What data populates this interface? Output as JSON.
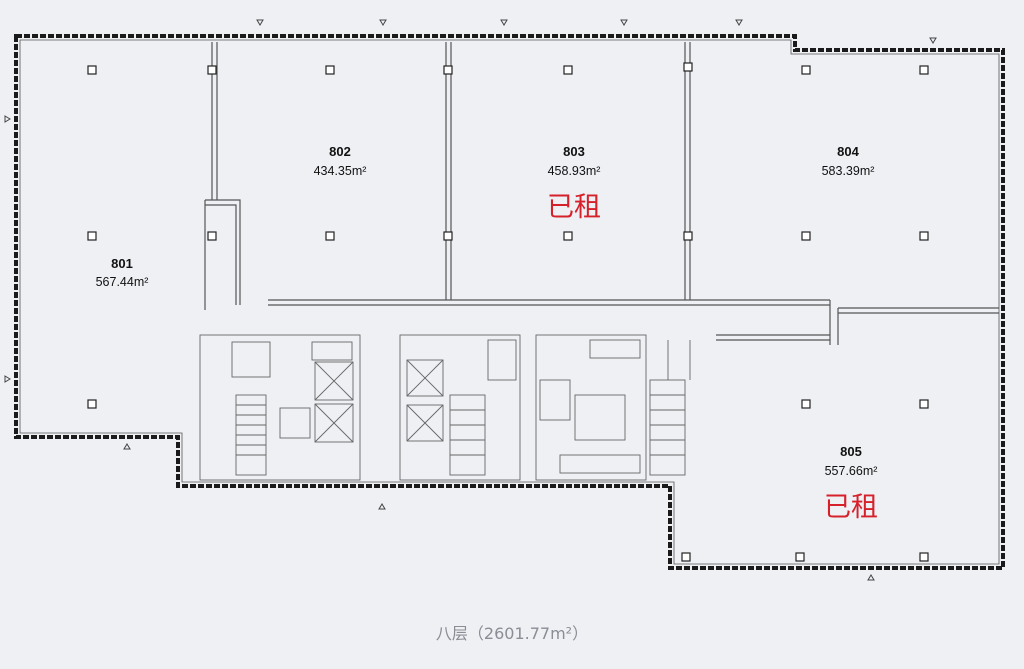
{
  "floor_caption": "八层（2601.77m²）",
  "units": [
    {
      "id": "801",
      "number": "801",
      "area": "567.44m²",
      "status": ""
    },
    {
      "id": "802",
      "number": "802",
      "area": "434.35m²",
      "status": ""
    },
    {
      "id": "803",
      "number": "803",
      "area": "458.93m²",
      "status": "已租"
    },
    {
      "id": "804",
      "number": "804",
      "area": "583.39m²",
      "status": ""
    },
    {
      "id": "805",
      "number": "805",
      "area": "557.66m²",
      "status": "已租"
    }
  ],
  "colors": {
    "background": "#eef0f4",
    "wall": "#1a1a1a",
    "rented_text": "#d6202a",
    "caption_text": "#8a8d95"
  }
}
